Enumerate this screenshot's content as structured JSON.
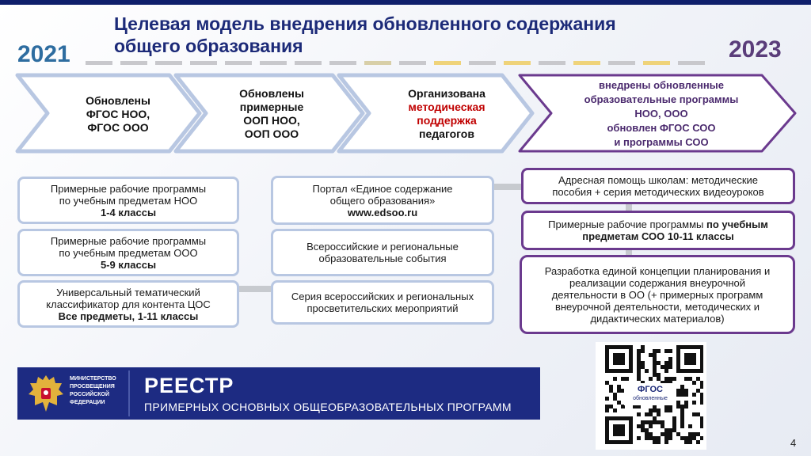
{
  "header": {
    "title_line1": "Целевая модель внедрения обновленного содержания",
    "title_line2": "общего образования",
    "year_start": "2021",
    "year_end": "2023"
  },
  "timeline": [
    {
      "lines": [
        "Обновлены",
        "ФГОС НОО,",
        "ФГОС ООО"
      ]
    },
    {
      "lines": [
        "Обновлены",
        "примерные",
        "ООП НОО,",
        "ООП ООО"
      ]
    },
    {
      "line1": "Организована",
      "highlight1": "методическая",
      "highlight2": "поддержка",
      "line4": "педагогов"
    },
    {
      "lines": [
        "внедрены обновленные",
        "образовательные программы",
        "НОО, ООО",
        "обновлен ФГОС СОО",
        "и программы СОО"
      ]
    }
  ],
  "left_column": [
    {
      "line1": "Примерные рабочие программы",
      "line2": "по учебным предметам НОО",
      "bold": "1-4 классы"
    },
    {
      "line1": "Примерные рабочие программы",
      "line2": "по учебным предметам ООО",
      "bold": "5-9 классы"
    },
    {
      "line1": "Универсальный тематический",
      "line2": "классификатор для контента ЦОС",
      "bold": "Все предметы, 1-11 классы"
    }
  ],
  "middle_column": [
    {
      "line1": "Портал «Единое содержание",
      "line2": "общего образования»",
      "bold": "www.edsoo.ru"
    },
    {
      "line1": "Всероссийские и региональные",
      "line2": "образовательные события"
    },
    {
      "line1": "Серия всероссийских и региональных",
      "line2": "просветительских мероприятий"
    }
  ],
  "right_column": [
    {
      "line1": "Адресная помощь школам: методические",
      "line2": "пособия + серия методических видеоуроков"
    },
    {
      "line1_normal": "Примерные рабочие программы ",
      "line1_bold": "по учебным",
      "line2_bold": "предметам СОО 10-11 классы"
    },
    {
      "lines": [
        "Разработка единой концепции планирования и",
        "реализации содержания внеурочной",
        "деятельности в ОО (+ примерных программ",
        "внеурочной деятельности, методических и",
        "дидактических материалов)"
      ]
    }
  ],
  "banner": {
    "ministry_lines": [
      "МИНИСТЕРСТВО",
      "ПРОСВЕЩЕНИЯ",
      "РОССИЙСКОЙ",
      "ФЕДЕРАЦИИ"
    ],
    "title": "РЕЕСТР",
    "subtitle": "ПРИМЕРНЫХ ОСНОВНЫХ ОБЩЕОБРАЗОВАТЕЛЬНЫХ ПРОГРАММ"
  },
  "qr": {
    "icon": "qr-code-icon",
    "logo_text": "ФГОС",
    "logo_subtext": "обновленные"
  },
  "page_number": "4",
  "colors": {
    "title": "#1c2a78",
    "year_start": "#2e6da0",
    "year_end": "#5a3d7a",
    "chevron_blue": "#b8c7e2",
    "chevron_purple": "#6b3a8e",
    "highlight_red": "#c00000",
    "banner": "#1d2b82",
    "dash_gray": "#c8c8cc",
    "dash_yellow": "#efd37a"
  }
}
